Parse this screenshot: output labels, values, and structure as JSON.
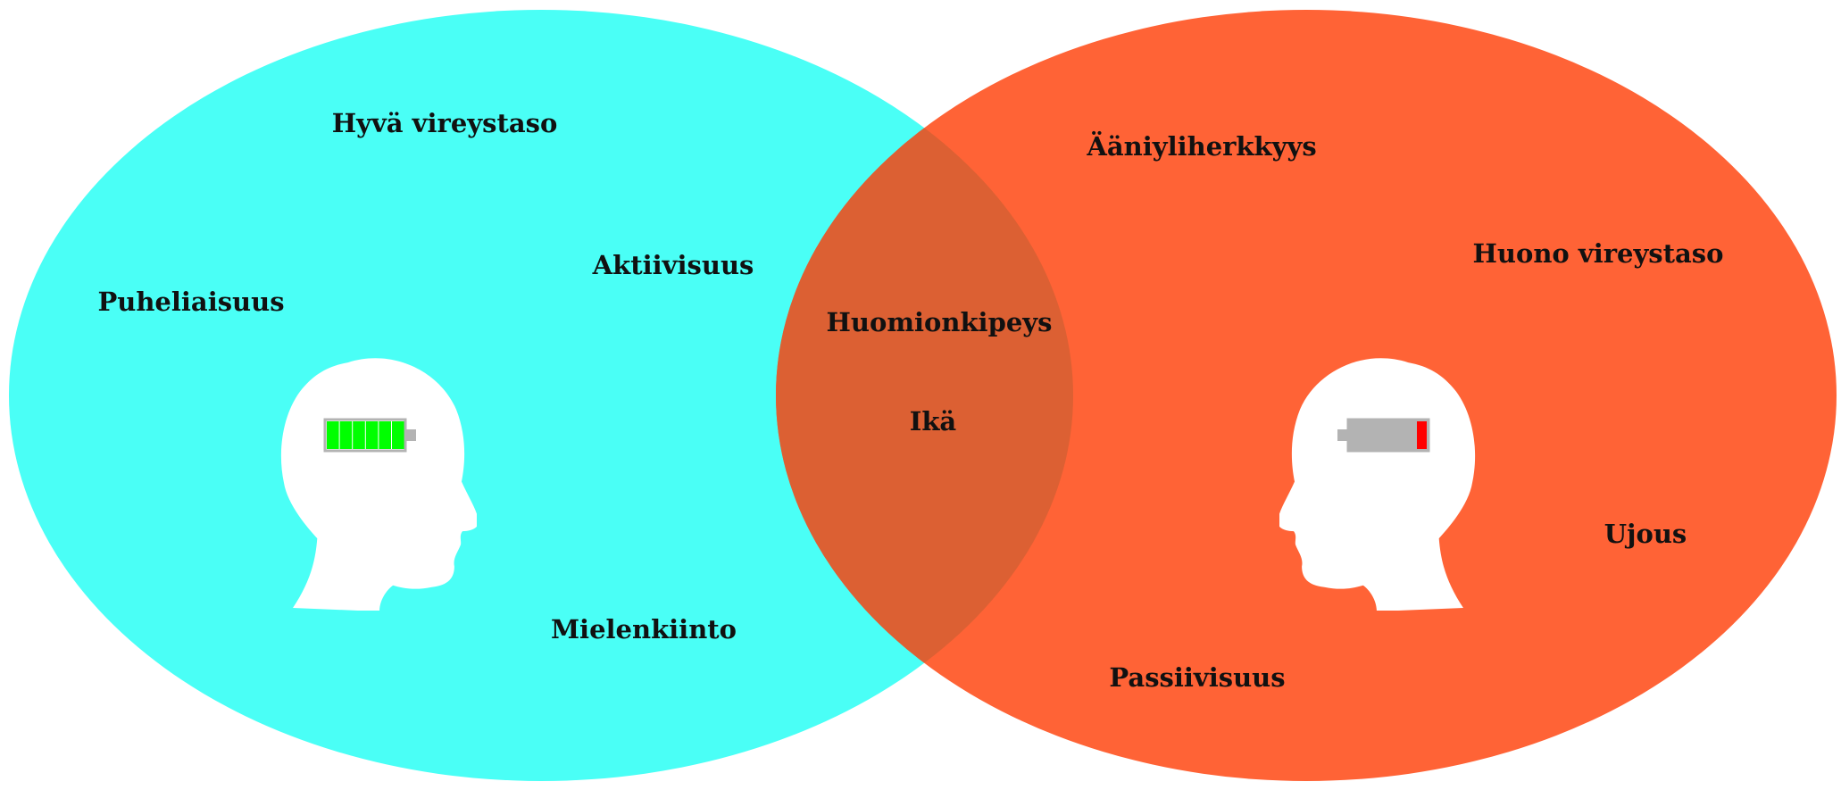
{
  "colors": {
    "left_circle": "#4afff6",
    "right_circle": "#ff6336",
    "overlap": "#dc6033",
    "head": "#ffffff",
    "battery_full": "#00ff00",
    "battery_empty": "#b3b3b3",
    "battery_low": "#ff0000",
    "battery_frame": "#b3b3b3"
  },
  "icons": {
    "left_head": "head-profile-icon",
    "right_head": "head-profile-icon",
    "left_battery": "battery-full-icon",
    "right_battery": "battery-low-icon"
  },
  "left_set": {
    "battery_level": 1.0,
    "labels": [
      "Hyvä vireystaso",
      "Aktiivisuus",
      "Puheliaisuus",
      "Mielenkiinto"
    ]
  },
  "intersection": {
    "labels": [
      "Huomionkipeys",
      "Ikä"
    ]
  },
  "right_set": {
    "battery_level": 0.15,
    "labels": [
      "Ääniyliherkkyys",
      "Huono vireystaso",
      "Ujous",
      "Passiivisuus"
    ]
  }
}
